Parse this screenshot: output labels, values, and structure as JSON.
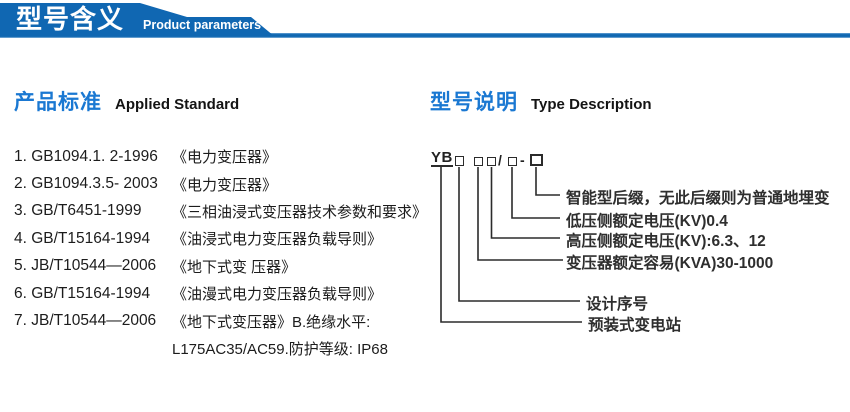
{
  "header": {
    "title_cn": "型号含义",
    "title_en": "Product parameters"
  },
  "standards": {
    "heading_cn": "产品标准",
    "heading_en": "Applied Standard",
    "items": [
      {
        "code": "1. GB1094.1. 2-1996",
        "title": "《电力变压器》"
      },
      {
        "code": "2. GB1094.3.5- 2003",
        "title": "《电力变压器》"
      },
      {
        "code": "3. GB/T6451-1999",
        "title": "《三相油浸式变压器技术参数和要求》"
      },
      {
        "code": "4. GB/T15164-1994",
        "title": "《油浸式电力变压器负载导则》"
      },
      {
        "code": "5. JB/T10544—2006",
        "title": "《地下式变 压器》"
      },
      {
        "code": "6. GB/T15164-1994",
        "title": "《油漫式电力变压器负载导则》"
      },
      {
        "code": "7. JB/T10544—2006",
        "title": "《地下式变压器》B.绝缘水平:"
      },
      {
        "code": "",
        "title": "L175AC35/AC59.防护等级: IP68"
      }
    ]
  },
  "type_description": {
    "heading_cn": "型号说明",
    "heading_en": "Type Description",
    "code": {
      "prefix": "YB",
      "slash": "/",
      "dash": "-"
    },
    "labels": [
      "智能型后缀，无此后缀则为普通地埋变",
      "低压侧额定电压(KV)0.4",
      "高压侧额定电压(KV):6.3、12",
      "变压器额定容易(KVA)30-1000",
      "设计序号",
      "预装式变电站"
    ]
  },
  "colors": {
    "banner_blue": "#1067b2",
    "heading_blue": "#1a78d2",
    "line_dark": "#2b2b2b"
  }
}
